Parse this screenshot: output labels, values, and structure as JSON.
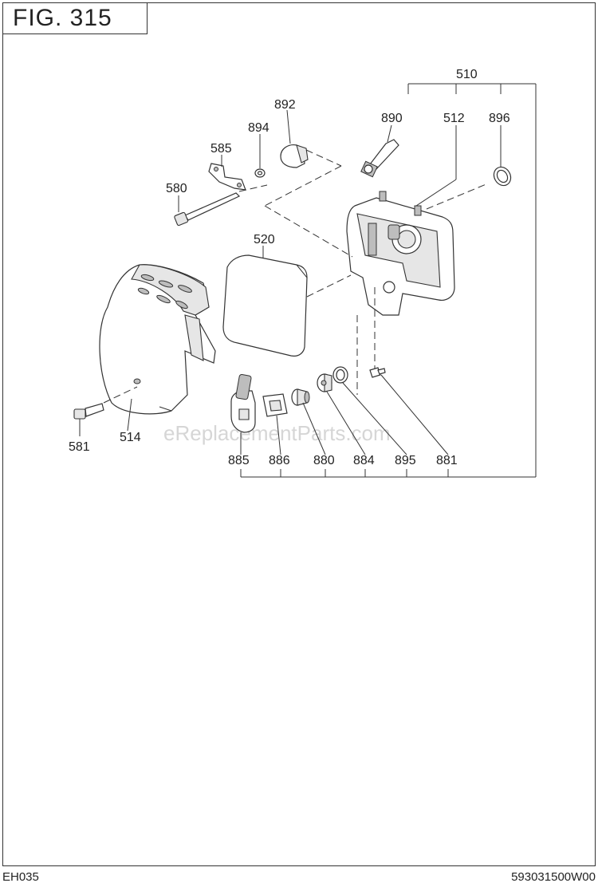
{
  "figure_title": "FIG. 315",
  "watermark": "eReplacementParts.com",
  "footer": {
    "model": "EH035",
    "doc_number": "593031500W00"
  },
  "labels": {
    "p510": "510",
    "p890": "890",
    "p512": "512",
    "p896": "896",
    "p892": "892",
    "p894": "894",
    "p585": "585",
    "p580": "580",
    "p520": "520",
    "p581": "581",
    "p514": "514",
    "p885": "885",
    "p886": "886",
    "p880": "880",
    "p884": "884",
    "p895": "895",
    "p881": "881"
  }
}
